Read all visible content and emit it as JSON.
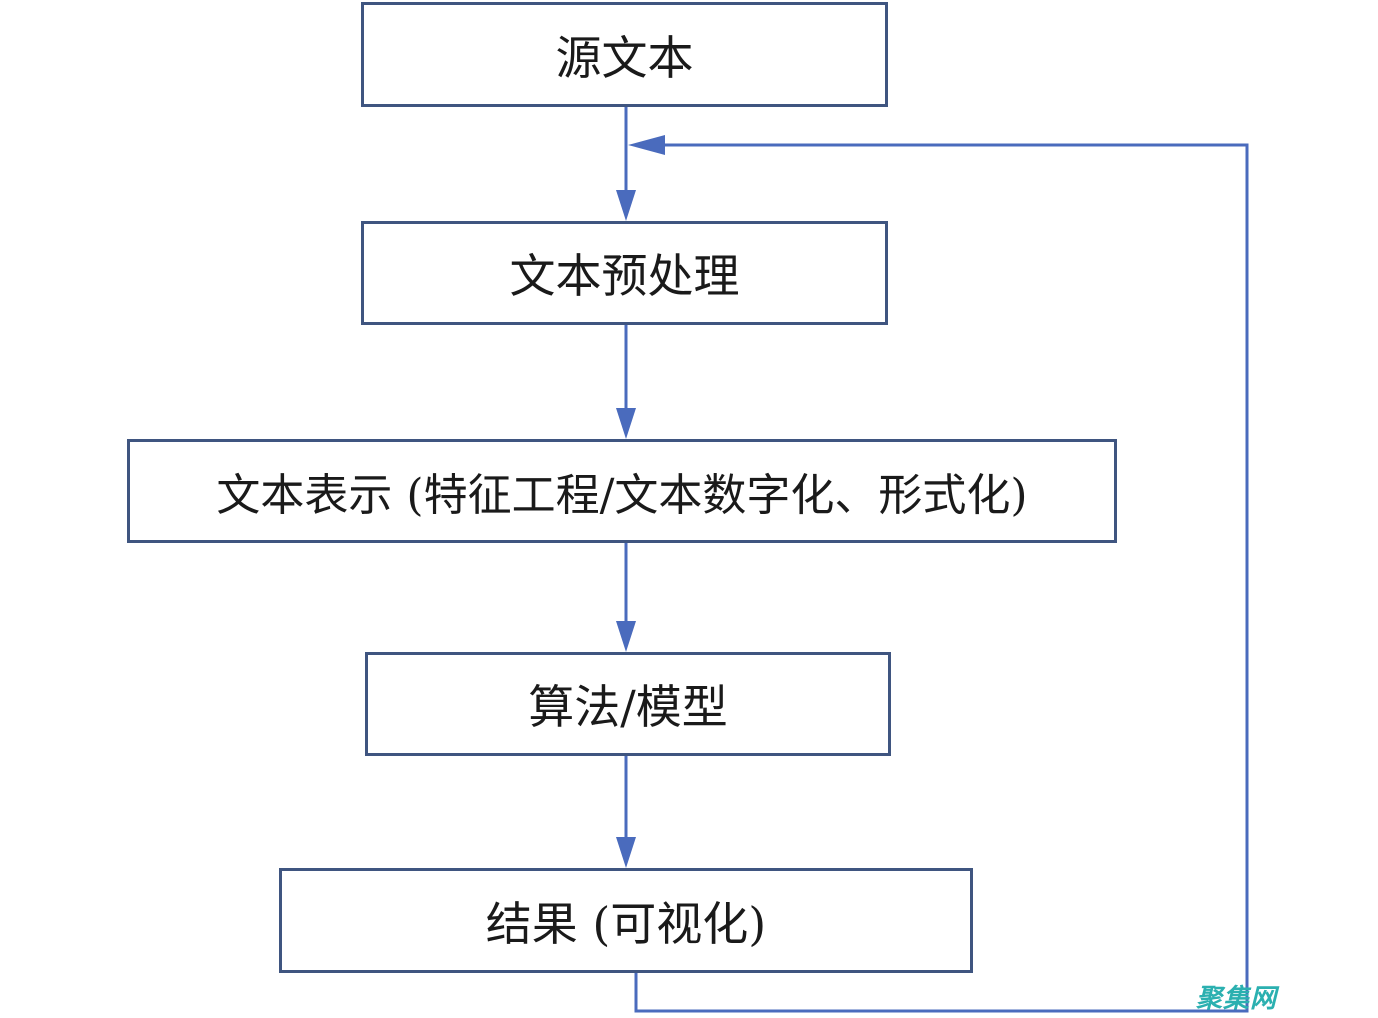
{
  "nodes": {
    "source": "源文本",
    "preprocessing": "文本预处理",
    "representation": "文本表示 (特征工程/文本数字化、形式化)",
    "model": "算法/模型",
    "result": "结果 (可视化)"
  },
  "watermark": "聚集网",
  "colors": {
    "arrow": "#4a6bbd",
    "box_border": "#3f5580",
    "watermark": "#2bb0b0"
  }
}
